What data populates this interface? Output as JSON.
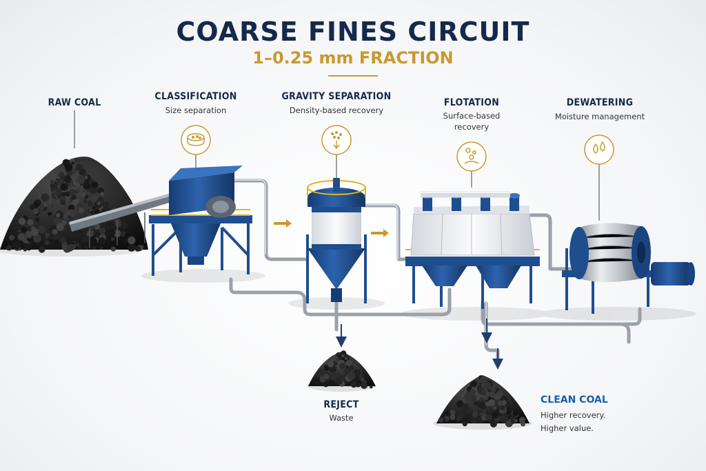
{
  "header": {
    "title": "COARSE FINES CIRCUIT",
    "subtitle": "1–0.25 mm FRACTION"
  },
  "stages": [
    {
      "label": "RAW COAL",
      "description": ""
    },
    {
      "label": "CLASSIFICATION",
      "description": "Size separation",
      "icon": "sieve-icon"
    },
    {
      "label": "GRAVITY SEPARATION",
      "description": "Density-based recovery",
      "icon": "particles-down-icon"
    },
    {
      "label": "FLOTATION",
      "description_lines": [
        "Surface-based",
        "recovery"
      ],
      "icon": "bubbles-icon"
    },
    {
      "label": "DEWATERING",
      "description": "Moisture management",
      "icon": "droplets-icon"
    }
  ],
  "outputs": {
    "reject": {
      "label": "REJECT",
      "description": "Waste"
    },
    "clean_coal": {
      "label": "CLEAN COAL",
      "lines": [
        "Higher recovery.",
        "Higher value."
      ]
    }
  },
  "colors": {
    "navy": "#15294a",
    "gold": "#c9992e",
    "equipment_blue": "#1f4e8f",
    "accent_blue": "#1b5fa6",
    "coal": "#161616"
  }
}
